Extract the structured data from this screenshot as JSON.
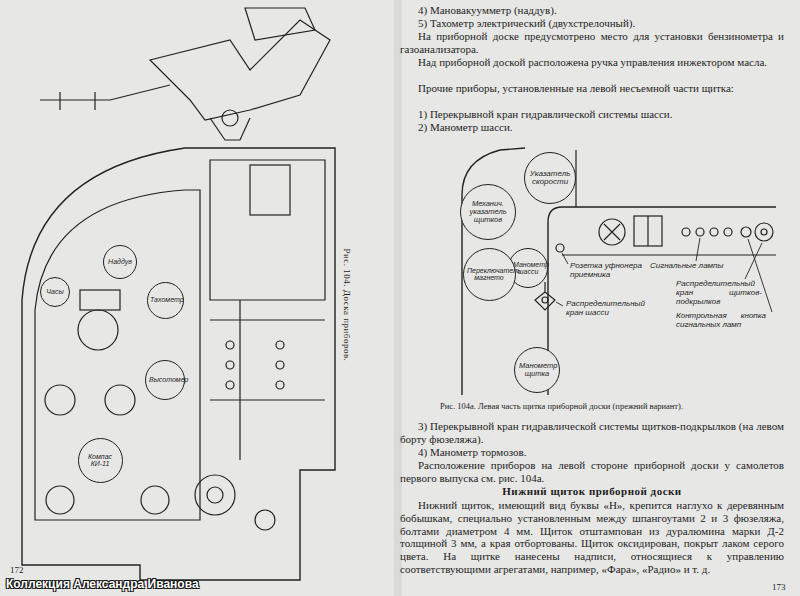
{
  "diagram": {
    "caption": "Рис. 104а. Левая часть щитка приборной доски (прежний вариант).",
    "nodes": [
      {
        "text": [
          "Часы"
        ]
      },
      {
        "text": [
          "Наддув"
        ]
      },
      {
        "text": [
          "Тахометр"
        ]
      },
      {
        "text": [
          "Высотомер"
        ]
      },
      {
        "text": [
          "Компас КИ-11"
        ]
      },
      {
        "text": [
          "Указатель скорости"
        ]
      },
      {
        "text": [
          "Механич. указатель щитков"
        ]
      },
      {
        "text": [
          "Манометр шасси"
        ]
      },
      {
        "text": [
          "Переключатель магнето"
        ]
      },
      {
        "text": [
          "Манометр щитка"
        ]
      }
    ],
    "labels": [
      "4) Мановакуумметр (наддув).",
      "5) Тахометр электрический (двухстрелочный).",
      "На приборной доске предусмотрено место для установки бензинометра и газоанализатора.",
      "Над приборной доской расположена ручка управления инжектором масла.",
      "Прочие приборы, установленные на левой несъемной части щитка:",
      "1) Перекрывной кран гидравлической системы шасси.",
      "2) Манометр шасси.",
      "Розетка уфнонера приемника",
      "Сигнальные лампы",
      "Распределительный кран щитков-подкрылков",
      "Распределительный кран шасси",
      "Контрольная кнопка сигнальных ламп",
      "3) Перекрывной кран гидравлической системы щитков-подкрылков (на левом борту фюзеляжа).",
      "4) Манометр тормозов.",
      "Расположение приборов на левой стороне приборной доски у самолетов первого выпуска см. рис. 104а.",
      "Нижний щиток приборной доски",
      "Нижний щиток, имеющий вид буквы «Н», крепится наглухо к деревянным бобышкам, специально установленным между шпангоутами 2 и 3 фюзеляжа, болтами диаметром 4 мм. Щиток отштампован из дуралюмина марки Д-2 толщиной 3 мм, а края отбортованы. Щиток оксидирован, покрыт лаком серого цвета. На щитке нанесены надписи, относящиеся к управлению соответствующими агрегатами, например, «Фара», «Радио» и т. д.",
      "Рис. 104. Доска приборов.",
      "172",
      "173",
      "Коллекция Александра Иванова"
    ]
  }
}
